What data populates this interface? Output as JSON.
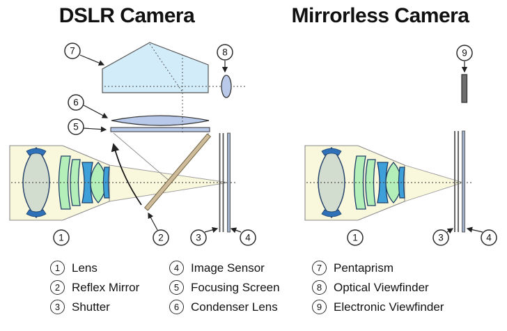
{
  "titles": {
    "dslr": "DSLR Camera",
    "mirrorless": "Mirrorless Camera"
  },
  "legend": {
    "col1": [
      {
        "num": "1",
        "label": "Lens"
      },
      {
        "num": "2",
        "label": "Reflex Mirror"
      },
      {
        "num": "3",
        "label": "Shutter"
      }
    ],
    "col2": [
      {
        "num": "4",
        "label": "Image Sensor"
      },
      {
        "num": "5",
        "label": "Focusing Screen"
      },
      {
        "num": "6",
        "label": "Condenser Lens"
      }
    ],
    "col3": [
      {
        "num": "7",
        "label": "Pentaprism"
      },
      {
        "num": "8",
        "label": "Optical Viewfinder"
      },
      {
        "num": "9",
        "label": "Electronic Viewfinder"
      }
    ]
  },
  "callouts": {
    "dslr": {
      "lens": "1",
      "reflex_mirror": "2",
      "shutter": "3",
      "image_sensor": "4",
      "focusing_screen": "5",
      "condenser_lens": "6",
      "pentaprism": "7",
      "optical_viewfinder": "8"
    },
    "mirrorless": {
      "lens": "1",
      "shutter": "3",
      "image_sensor": "4",
      "electronic_viewfinder": "9"
    }
  },
  "colors": {
    "pentaprism_fill": "#d2ecf9",
    "viewfinder_glass_fill": "#b9c9ea",
    "lens_green": "#b4eeb8",
    "lens_blue": "#3f9fd8",
    "lens_front_gray": "#d2dccf",
    "light_cone_cream": "#f9f7dc",
    "mirror_tan": "#cdbb9a",
    "evf_gray": "#6e6e6e"
  }
}
